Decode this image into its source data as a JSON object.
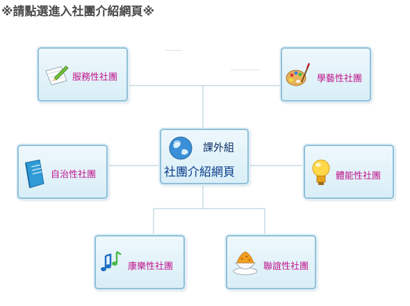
{
  "header": {
    "title": "※請點選進入社團介紹網頁※"
  },
  "center": {
    "line1": "課外組",
    "line2": "社團介紹網頁"
  },
  "cards": {
    "service": "服務性社團",
    "academic": "學藝性社團",
    "selfgov": "自治性社團",
    "sports": "體能性社團",
    "music": "康樂性社團",
    "social": "聯誼性社團"
  }
}
